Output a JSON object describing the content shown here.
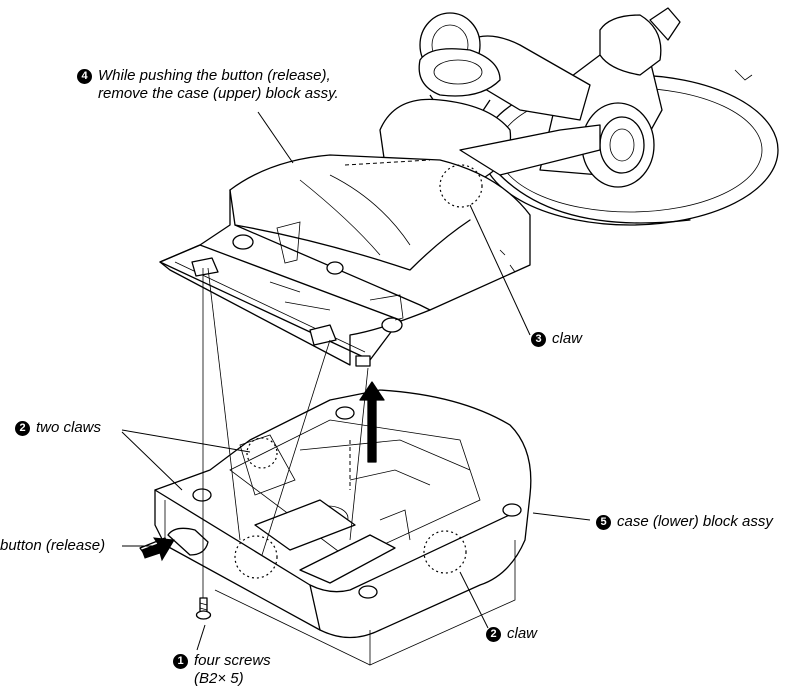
{
  "figure": {
    "steps": [
      {
        "number": "1",
        "label_line1": "four screws",
        "label_line2": "(B2× 5)"
      },
      {
        "number": "2",
        "label": "two claws"
      },
      {
        "number": "2",
        "label": "claw"
      },
      {
        "number": "3",
        "label": "claw"
      },
      {
        "number": "4",
        "label_line1": "While pushing the button (release),",
        "label_line2": "remove the case (upper) block assy."
      },
      {
        "number": "5",
        "label": "case (lower) block assy"
      }
    ],
    "button_label": "button (release)"
  }
}
